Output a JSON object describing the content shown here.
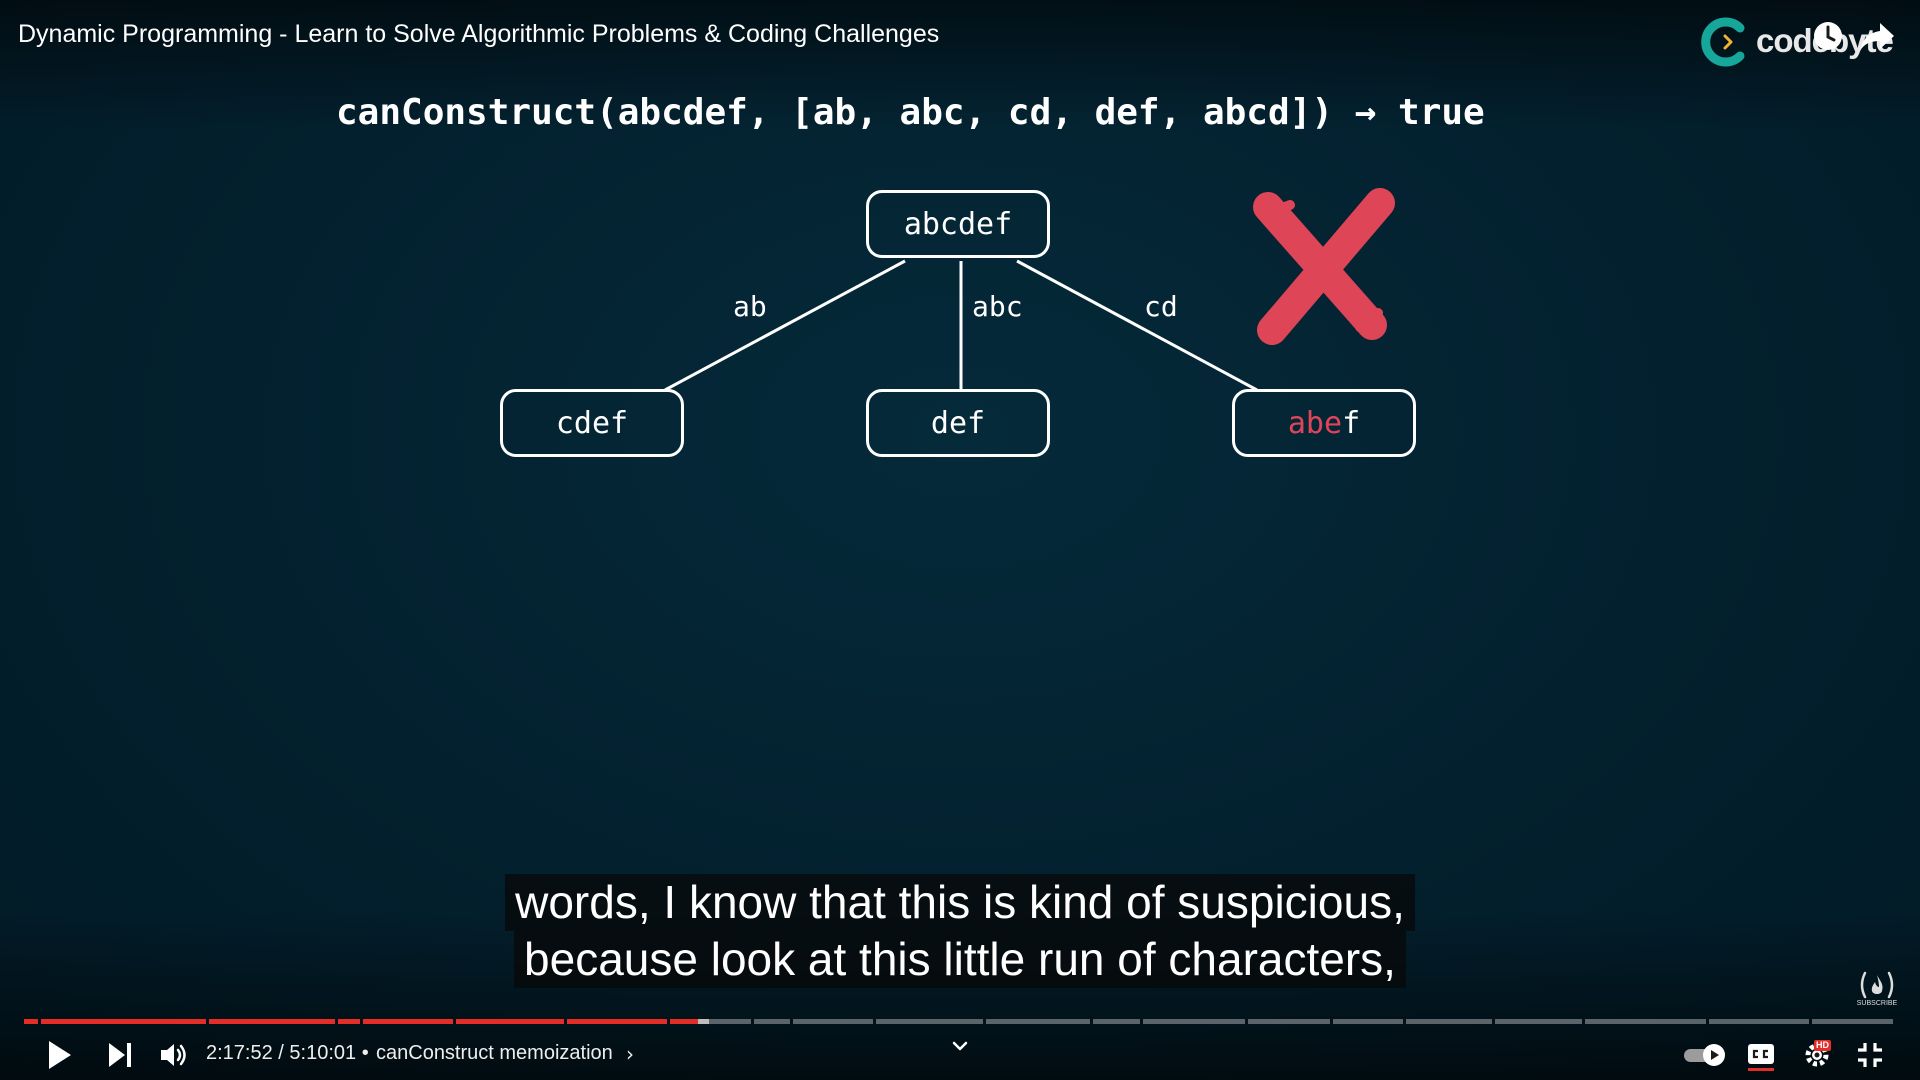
{
  "player": {
    "video_title": "Dynamic Programming - Learn to Solve Algorithmic Problems & Coding Challenges",
    "brand_name": "codebyte",
    "accent_color": "#e52d27"
  },
  "slide": {
    "heading": "canConstruct(abcdef, [ab, abc, cd, def, abcd]) → true",
    "root": "abcdef",
    "edges": [
      "ab",
      "abc",
      "cd"
    ],
    "children": [
      {
        "text": "cdef"
      },
      {
        "text": "def"
      },
      {
        "red_part": "abe",
        "plain_part": "f"
      }
    ],
    "mark_color": "#de4556"
  },
  "captions": {
    "line1": "words, I know that this is kind of suspicious,",
    "line2": "because look at this little run of characters,"
  },
  "subscribe": {
    "label": "SUBSCRIBE"
  },
  "controls": {
    "time": "2:17:52 / 5:10:01",
    "separator": "•",
    "chapter": "canConstruct memoization",
    "chapter_chevron": "›",
    "hd_badge": "HD",
    "played_fraction": 0.36,
    "buffered_fraction": 0.366
  },
  "icons": {
    "play": "play-icon",
    "next": "next-icon",
    "volume": "volume-icon",
    "expand": "chevron-down-icon",
    "autoplay": "autoplay-toggle-icon",
    "captions": "cc-icon",
    "settings": "gear-icon",
    "fullscreen": "exit-fullscreen-icon",
    "watch_later": "clock-icon",
    "share": "share-icon"
  }
}
